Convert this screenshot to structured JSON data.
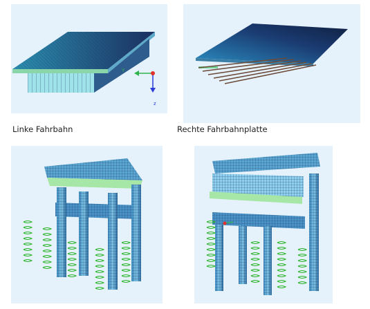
{
  "captions": {
    "left_roadway": "Linke Fahrbahn",
    "right_slab": "Rechte Fahrbahnplatte"
  },
  "axis_labels": {
    "y": "Y",
    "z": "z"
  },
  "colors": {
    "panel_bg": "#e4f1fb",
    "mesh_face": "#9fe3ea",
    "mesh_dark": "#1f3d6e",
    "slab_green": "#a6e6a6",
    "spring_green": "#27b327",
    "axis_red": "#e0312b",
    "axis_blue": "#2a3bd8"
  }
}
